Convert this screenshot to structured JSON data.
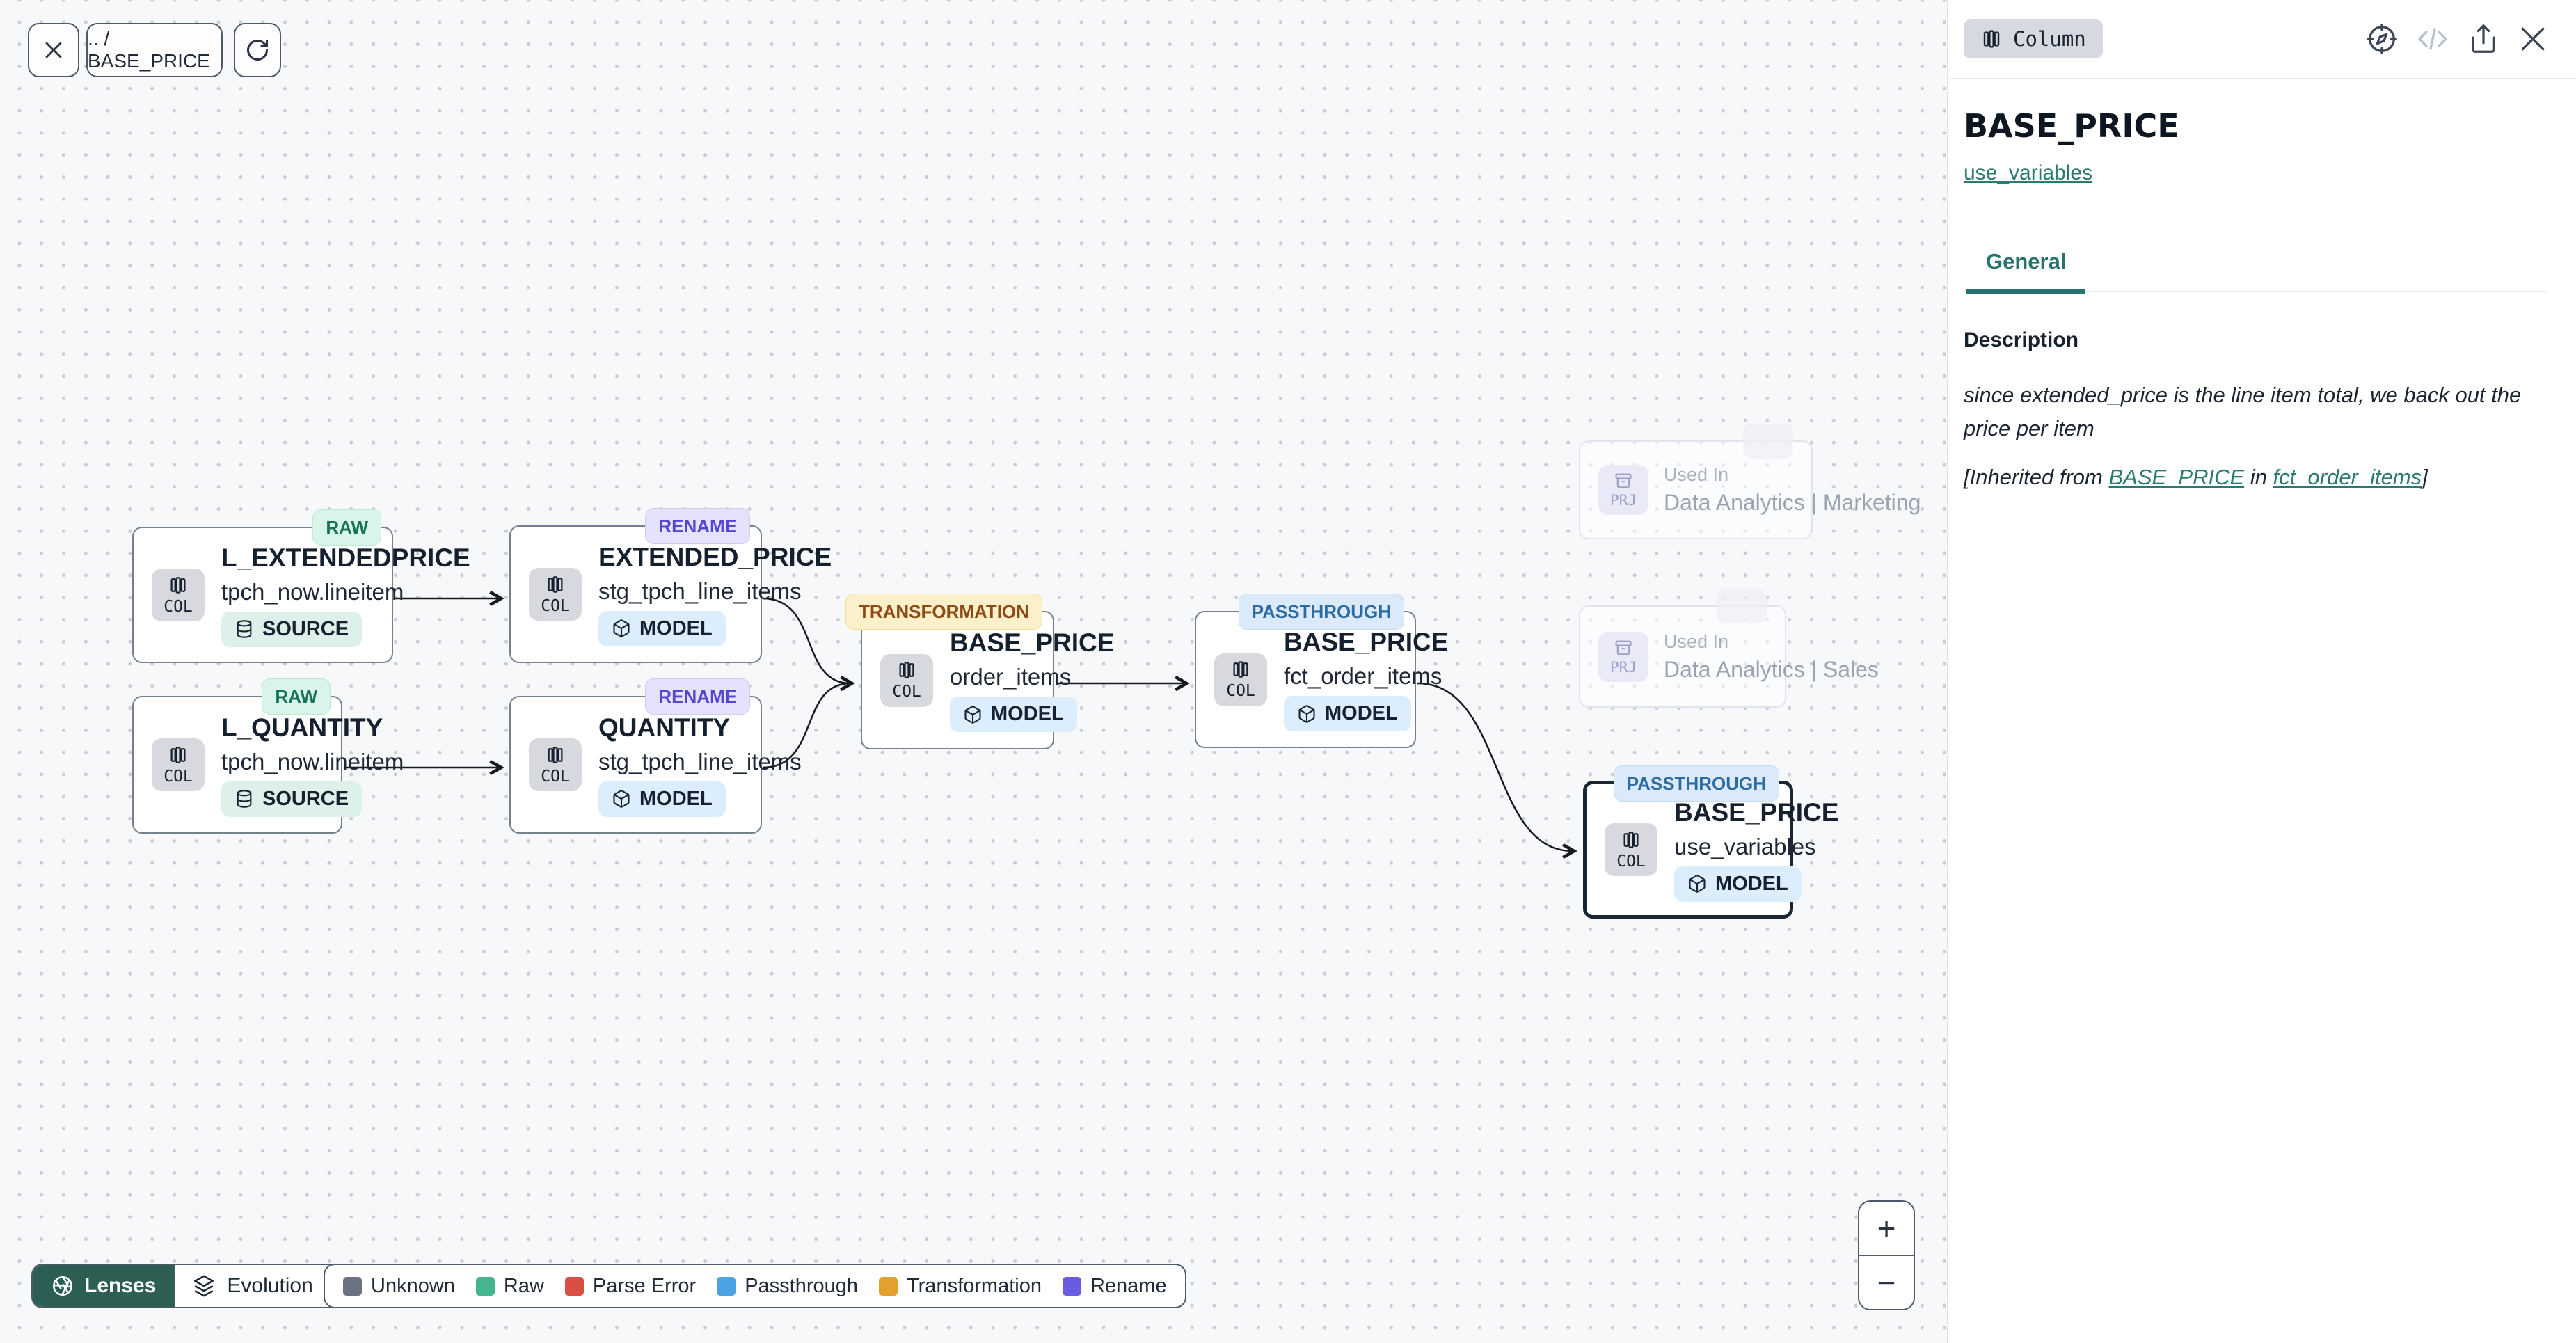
{
  "canvas_toolbar": {
    "breadcrumb": ".. / BASE_PRICE"
  },
  "graph": {
    "nodes": [
      {
        "badge": "RAW",
        "kind": "COL",
        "title": "L_EXTENDEDPRICE",
        "subtitle": "tpch_now.lineitem",
        "chip": "SOURCE"
      },
      {
        "badge": "RAW",
        "kind": "COL",
        "title": "L_QUANTITY",
        "subtitle": "tpch_now.lineitem",
        "chip": "SOURCE"
      },
      {
        "badge": "RENAME",
        "kind": "COL",
        "title": "EXTENDED_PRICE",
        "subtitle": "stg_tpch_line_items",
        "chip": "MODEL"
      },
      {
        "badge": "RENAME",
        "kind": "COL",
        "title": "QUANTITY",
        "subtitle": "stg_tpch_line_items",
        "chip": "MODEL"
      },
      {
        "badge": "TRANSFORMATION",
        "kind": "COL",
        "title": "BASE_PRICE",
        "subtitle": "order_items",
        "chip": "MODEL"
      },
      {
        "badge": "PASSTHROUGH",
        "kind": "COL",
        "title": "BASE_PRICE",
        "subtitle": "fct_order_items",
        "chip": "MODEL"
      },
      {
        "badge": "PASSTHROUGH",
        "kind": "COL",
        "title": "BASE_PRICE",
        "subtitle": "use_variables",
        "chip": "MODEL",
        "selected": true
      }
    ],
    "ghost_nodes": [
      {
        "kind": "PRJ",
        "label": "Used In",
        "name": "Data Analytics | Marketing"
      },
      {
        "kind": "PRJ",
        "label": "Used In",
        "name": "Data Analytics | Sales"
      }
    ]
  },
  "lenses_bar": {
    "lenses_label": "Lenses",
    "mode_label": "Evolution"
  },
  "legend": {
    "items": [
      {
        "label": "Unknown",
        "color": "#6b7280"
      },
      {
        "label": "Raw",
        "color": "#45b58e"
      },
      {
        "label": "Parse Error",
        "color": "#d94f44"
      },
      {
        "label": "Passthrough",
        "color": "#4ba3e3"
      },
      {
        "label": "Transformation",
        "color": "#e3a02c"
      },
      {
        "label": "Rename",
        "color": "#6a5be2"
      }
    ]
  },
  "zoom_controls": {
    "zoom_in": "+",
    "zoom_out": "−"
  },
  "panel": {
    "type_badge": "Column",
    "title": "BASE_PRICE",
    "subtitle_link": "use_variables",
    "tab": "General",
    "description": {
      "heading": "Description",
      "body": "since extended_price is the line item total, we back out the price per item",
      "inherited_prefix": "[Inherited from ",
      "inherited_link1": "BASE_PRICE",
      "inherited_middle": " in ",
      "inherited_link2": "fct_order_items",
      "inherited_suffix": "]"
    }
  }
}
